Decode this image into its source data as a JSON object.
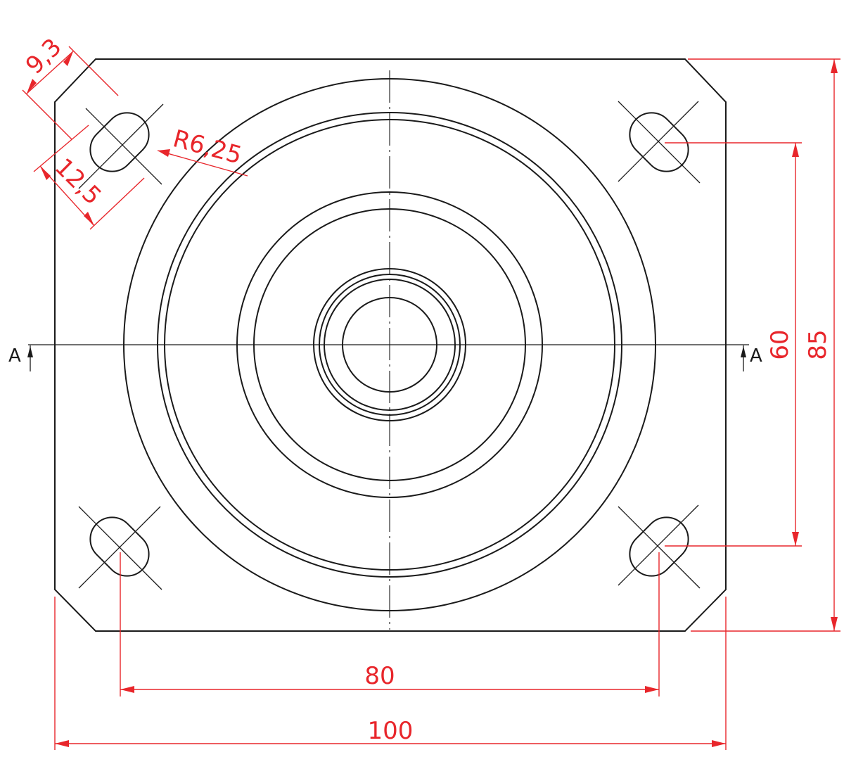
{
  "colors": {
    "outline": "#1a1a1a",
    "dimension": "#e8262b",
    "background": "#ffffff"
  },
  "section": {
    "left_label": "A",
    "right_label": "A"
  },
  "dimensions": {
    "overall_width": "100",
    "hole_spacing_x": "80",
    "hole_spacing_y": "60",
    "overall_height": "85",
    "slot_width": "9,3",
    "slot_length": "12,5",
    "slot_radius": "R6,25"
  }
}
